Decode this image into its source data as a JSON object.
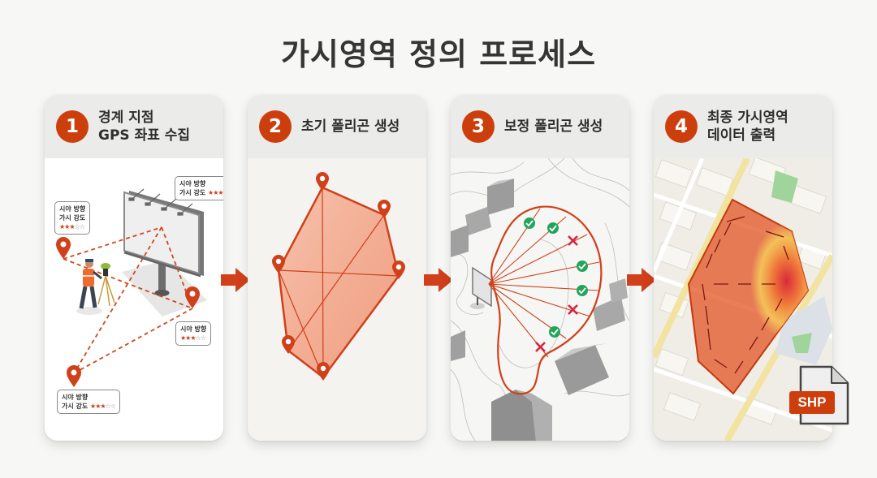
{
  "title": "가시영역 정의 프로세스",
  "colors": {
    "accent": "#cc3f0c",
    "header_bg": "#ebebea",
    "polygon_fill": "#f2a48a",
    "check_green": "#22a55a",
    "cross_red": "#d6243f",
    "map_road": "#f3e6a8",
    "park_green": "#9fd49a"
  },
  "steps": [
    {
      "number": "1",
      "title": "경계 지점\nGPS 좌표 수집",
      "icon": "gps-survey-billboard-illustration",
      "callouts": [
        {
          "line1": "시야 방향",
          "line2": "가시 강도",
          "stars_filled": "★★★",
          "stars_empty": "☆☆"
        },
        {
          "line1": "시야 방향",
          "line2": "가시 강도",
          "stars_filled": "★★★",
          "stars_empty": "☆☆"
        },
        {
          "line1": "시야 방향",
          "line2": "",
          "stars_filled": "★★★",
          "stars_empty": "☆☆"
        },
        {
          "line1": "시야 방향",
          "line2": "가시 강도",
          "stars_filled": "★★★",
          "stars_empty": "☆☆"
        }
      ]
    },
    {
      "number": "2",
      "title": "초기 폴리곤 생성",
      "icon": "initial-polygon-illustration"
    },
    {
      "number": "3",
      "title": "보정 폴리곤 생성",
      "icon": "corrected-polygon-rays-illustration"
    },
    {
      "number": "4",
      "title": "최종 가시영역\n데이터 출력",
      "icon": "final-map-heatmap-illustration",
      "file_badge": "SHP"
    }
  ],
  "arrows": [
    "arrow-right-icon",
    "arrow-right-icon",
    "arrow-right-icon"
  ]
}
